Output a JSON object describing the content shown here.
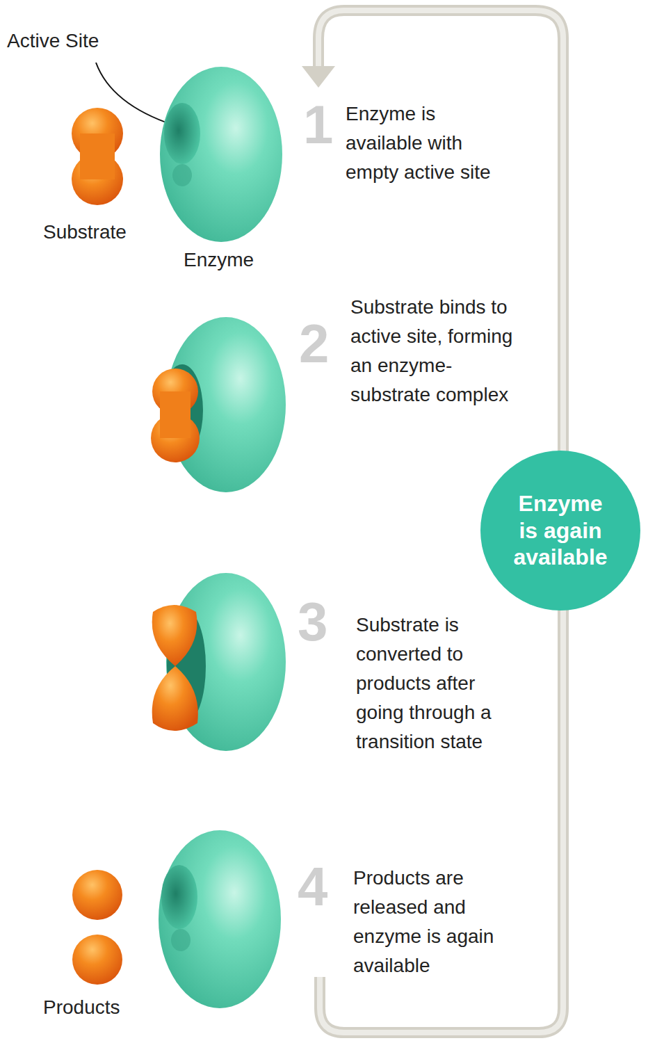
{
  "diagram": {
    "nodes": [
      {
        "text": [
          "Enzyme is again available"
        ]
      }
    ],
    "labels": [
      "Active Site",
      "Substrate",
      "Enzyme",
      "1",
      "Enzyme is available with empty active site",
      "2",
      "Substrate binds to active site, forming an enzyme-substrate complex",
      "3",
      "Substrate is converted to products after going through a transition state",
      "4",
      "Products are released and enzyme is again available",
      "Products"
    ]
  }
}
